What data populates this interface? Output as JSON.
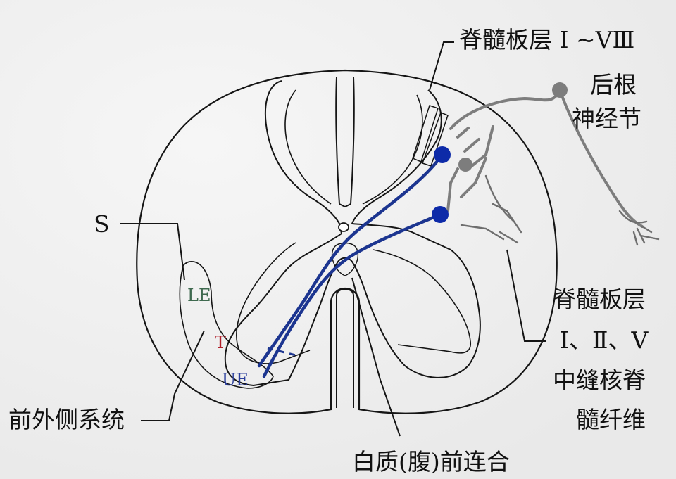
{
  "labels": {
    "laminae_top": "脊髓板层 I ~VⅢ",
    "ganglion_line1": "后根",
    "ganglion_line2": "神经节",
    "s_label": "S",
    "le_label": "LE",
    "t_label": "T",
    "ue_label": "UE",
    "anterolateral": "前外侧系统",
    "fibers_line1": "脊髓板层",
    "fibers_line2": "I、Ⅱ、V",
    "fibers_line3": "中缝核脊",
    "fibers_line4": "髓纤维",
    "commissure": "白质(腹)前连合"
  },
  "colors": {
    "background": "#f0f0f0",
    "outline": "#151515",
    "neuron_blue": "#0d2aa8",
    "tract_blue": "#1c3590",
    "root_gray": "#7d7d7d",
    "le_green": "#3f6a4f",
    "t_red": "#b01e2a",
    "ue_blue": "#2a3e9c"
  }
}
